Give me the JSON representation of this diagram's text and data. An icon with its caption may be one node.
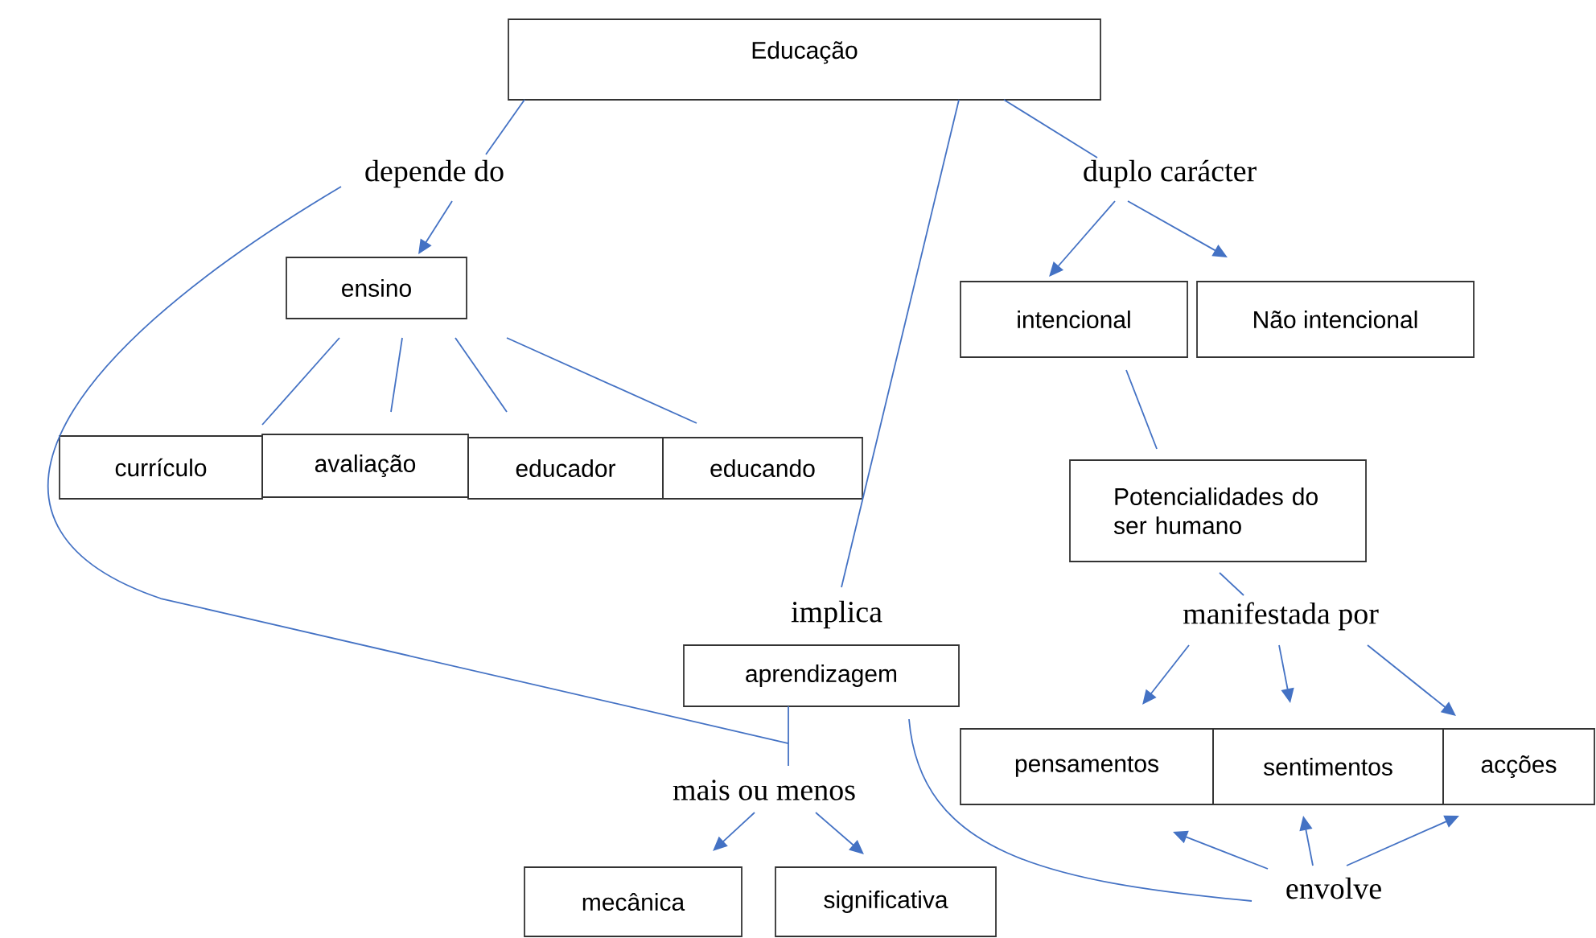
{
  "diagram": {
    "nodes": [
      {
        "text": [
          "Educação"
        ]
      },
      {
        "text": [
          "depende do"
        ]
      },
      {
        "text": [
          "duplo carácter"
        ]
      },
      {
        "text": [
          "ensino"
        ]
      },
      {
        "text": [
          "currículo"
        ]
      },
      {
        "text": [
          "avaliação"
        ]
      },
      {
        "text": [
          "educador"
        ]
      },
      {
        "text": [
          "educando"
        ]
      },
      {
        "text": [
          "intencional"
        ]
      },
      {
        "text": [
          "Não intencional"
        ]
      },
      {
        "text": [
          "Potencialidades do ser humano"
        ]
      },
      {
        "text": [
          "manifestada por"
        ]
      },
      {
        "text": [
          "implica"
        ]
      },
      {
        "text": [
          "aprendizagem"
        ]
      },
      {
        "text": [
          "mais ou menos"
        ]
      },
      {
        "text": [
          "mecânica"
        ]
      },
      {
        "text": [
          "significativa"
        ]
      },
      {
        "text": [
          "pensamentos"
        ]
      },
      {
        "text": [
          "sentimentos"
        ]
      },
      {
        "text": [
          "acções"
        ]
      },
      {
        "text": [
          "envolve"
        ]
      }
    ],
    "edges": [
      {
        "from": 0,
        "to": 1,
        "arrow": "none"
      },
      {
        "from": 1,
        "to": 3,
        "arrow": "to"
      },
      {
        "from": 0,
        "to": 2,
        "arrow": "none"
      },
      {
        "from": 2,
        "to": 8,
        "arrow": "to"
      },
      {
        "from": 2,
        "to": 9,
        "arrow": "to"
      },
      {
        "from": 3,
        "to": 4,
        "arrow": "none"
      },
      {
        "from": 3,
        "to": 5,
        "arrow": "none"
      },
      {
        "from": 3,
        "to": 6,
        "arrow": "none"
      },
      {
        "from": 3,
        "to": 7,
        "arrow": "none"
      },
      {
        "from": 0,
        "to": 12,
        "arrow": "none"
      },
      {
        "from": 8,
        "to": 10,
        "arrow": "none"
      },
      {
        "from": 10,
        "to": 11,
        "arrow": "none"
      },
      {
        "from": 11,
        "to": 17,
        "arrow": "to"
      },
      {
        "from": 11,
        "to": 18,
        "arrow": "to"
      },
      {
        "from": 11,
        "to": 19,
        "arrow": "to"
      },
      {
        "from": 13,
        "to": 14,
        "arrow": "none"
      },
      {
        "from": 14,
        "to": 15,
        "arrow": "to"
      },
      {
        "from": 14,
        "to": 16,
        "arrow": "to"
      },
      {
        "from": 20,
        "to": 17,
        "arrow": "to"
      },
      {
        "from": 20,
        "to": 18,
        "arrow": "to"
      },
      {
        "from": 20,
        "to": 19,
        "arrow": "to"
      },
      {
        "from": 1,
        "to": 14,
        "arrow": "none"
      },
      {
        "from": 13,
        "to": 20,
        "arrow": "none"
      }
    ]
  }
}
